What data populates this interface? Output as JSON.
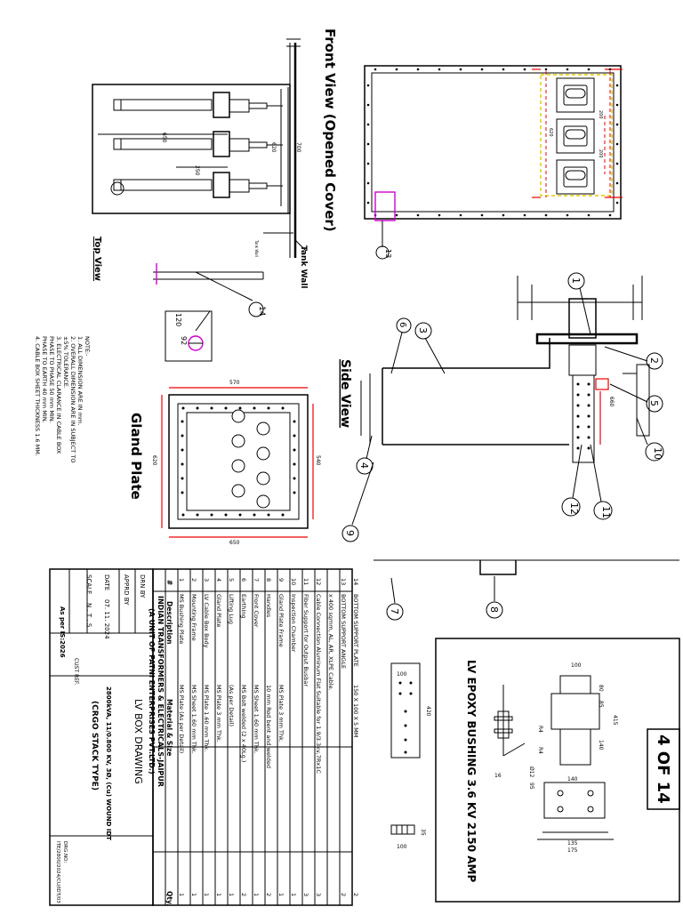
{
  "sheet": {
    "page_label": "4 OF 14"
  },
  "views": {
    "front_view": "Front View (Opened Cover)",
    "top_view": "Top View",
    "side_view": "Side View",
    "gland_plate": "Gland Plate",
    "tank_wall": "Tank Wall",
    "tank_wall_small": "Tank Wall"
  },
  "dims": {
    "fv_650": "650",
    "fv_620": "620",
    "fv_700": "700",
    "fv_250": "250",
    "fr_620": "620",
    "fr_200a": "200",
    "fr_200b": "200",
    "tv_120": "120",
    "tv_92": "92",
    "gp_570": "570",
    "gp_620": "620",
    "gp_540": "540",
    "gp_650": "650",
    "sv_660": "660",
    "bp_100a": "100",
    "bp_420": "420",
    "bp_100b": "100",
    "bp_35": "35",
    "bu_100": "100",
    "bu_415": "415",
    "bu_80": "80",
    "bu_85": "85",
    "bu_140a": "140",
    "bu_140b": "140",
    "bu_135": "135",
    "bu_175": "175",
    "bu_16": "16",
    "bu_95": "95",
    "bu_d12": "Ø12",
    "bu_r4a": "R4",
    "bu_r4b": "R4"
  },
  "balloons": [
    "1",
    "2",
    "3",
    "4",
    "5",
    "6",
    "7",
    "8",
    "9",
    "10",
    "11",
    "12",
    "13",
    "14"
  ],
  "notes": {
    "title": "NOTE:-",
    "lines": [
      "1. ALL DIMENSION ARE IN mm.",
      "2. OVERALL DIMENSION ARE IN SUBJECT TO",
      "    ±5% TOLERANCE.",
      "3. ELECTRICAL CLARANCE IN CABLE BOX",
      "    PHASE TO PHASE 50 mm MIN.",
      "    PHASE TO EARTH 40 mm MIN.",
      "4. CABLE BOX SHEET THICKNESS 1.6 MM."
    ]
  },
  "bushing": {
    "title": "LV EPOXY BUSHING 3.6 KV 2150 AMP"
  },
  "bom": {
    "header": {
      "no": "#",
      "desc": "Description",
      "mat": "Material & Size",
      "qty": "Qty."
    },
    "rows": [
      {
        "no": "1",
        "desc": "MS Bushing Plate",
        "mat": "MS Plate (As per Detail)",
        "qty": "1"
      },
      {
        "no": "2",
        "desc": "Mounting Frame",
        "mat": "MS Sheet 1.60 mm Thk.",
        "qty": "1"
      },
      {
        "no": "3",
        "desc": "LV Cable Box Body",
        "mat": "MS Plate 1.60 mm Thk.",
        "qty": "1"
      },
      {
        "no": "4",
        "desc": "Gland Plate",
        "mat": "MS Plate 3 mm Thk.",
        "qty": "1"
      },
      {
        "no": "5",
        "desc": "Lifting Lug",
        "mat": "(As per Detail)",
        "qty": "1"
      },
      {
        "no": "6",
        "desc": "Earthing",
        "mat": "MS Bolt welded (2 x 40Lg.)",
        "qty": "2"
      },
      {
        "no": "7",
        "desc": "Front Cover",
        "mat": "MS Sheet 1.60 mm Thk.",
        "qty": "1"
      },
      {
        "no": "8",
        "desc": "Handles",
        "mat": "10 mm Rod bent and welded",
        "qty": "2"
      },
      {
        "no": "9",
        "desc": "Gland Plate Frame",
        "mat": "MS Plate 3 mm Thk.",
        "qty": "1"
      },
      {
        "no": "10",
        "desc": "Inspection Chamber",
        "mat": "",
        "qty": "1"
      },
      {
        "no": "11",
        "desc": "Fiber Support for Output Busbar",
        "mat": "",
        "qty": "3"
      },
      {
        "no": "12",
        "desc": "Cable Connection Aluminum Flat Suitable for 1.9/3.3kv,7Rx1C",
        "mat": "",
        "qty": "3"
      },
      {
        "no": "",
        "desc": "x 400 sqmm, AL, AR, XLPE Cable.",
        "mat": "",
        "qty": ""
      },
      {
        "no": "13",
        "desc": "BOTTOM SUPPORT ANGLE",
        "mat": "",
        "qty": "2"
      },
      {
        "no": "14",
        "desc": "BOTTOM SUPPORT PLATE",
        "mat": "150 X 100 X 5 MM",
        "qty": "2"
      }
    ]
  },
  "company": {
    "line1": "INDIAN TRANSFORMERS & ELECTRICALS-JAIPUR",
    "line2": "(A UNIT OF PATNI ENTERPRISES PVT.LTD.)"
  },
  "title_block": {
    "drn_by": "DRN BY",
    "apprd_by": "APPRD BY",
    "date_label": "DATE",
    "date": "07. 11. 2024",
    "scale_label": "SCALE",
    "scale": "N . T . S",
    "std": "As per IS:2026",
    "drawing_title": "LV BOX DRAWING",
    "rating": "2800kVA, 11/0.800 KV, 3Ø, (Cu) WOUND IDT",
    "core": "(CRGO STACK TYPE)",
    "cust_ref": "CUST REF.",
    "drg_no_label": "DRG.NO:",
    "drg_no": "ITE/2800/2024/CU/IDT/03"
  }
}
